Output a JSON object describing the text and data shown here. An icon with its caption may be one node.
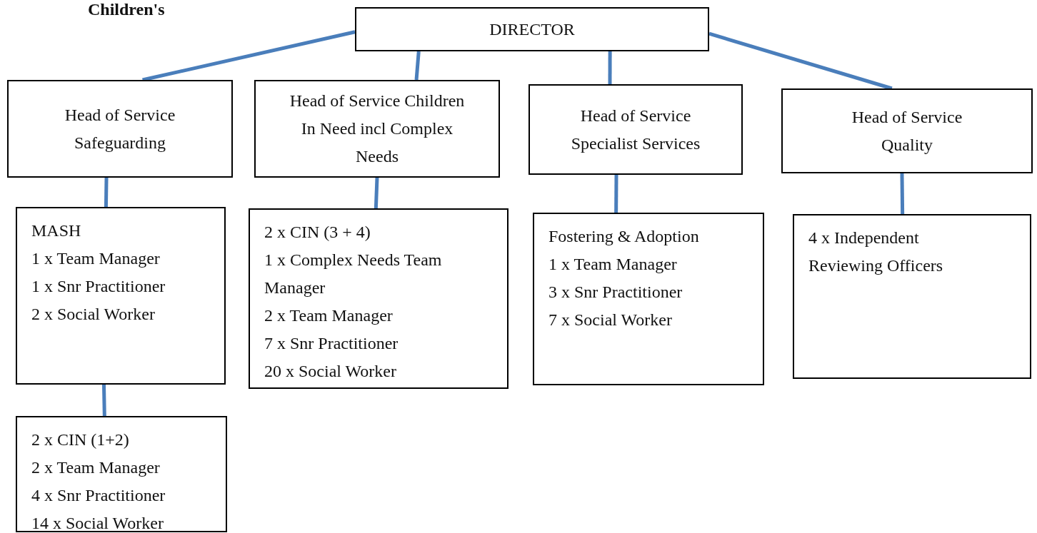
{
  "diagram": {
    "nodes": [
      {
        "text": [
          "DIRECTOR"
        ]
      },
      {
        "text": [
          "Head of Service Safeguarding"
        ]
      },
      {
        "text": [
          "Head of Service Children In Need incl Complex Needs"
        ]
      },
      {
        "text": [
          "Head of Service Specialist Services"
        ]
      },
      {
        "text": [
          "Head of Service Quality"
        ]
      },
      {
        "text": [
          "MASH",
          "1 x Team Manager",
          "1 x Snr Practitioner",
          "2 x Social Worker"
        ]
      },
      {
        "text": [
          "2 x CIN (3 + 4)",
          "1 x Complex Needs Team Manager",
          "2 x Team Manager",
          "7 x Snr Practitioner",
          "20 x Social Worker"
        ]
      },
      {
        "text": [
          "Fostering & Adoption",
          "1 x Team Manager",
          "3 x Snr Practitioner",
          "7 x Social Worker"
        ]
      },
      {
        "text": [
          "4 x Independent Reviewing Officers"
        ]
      },
      {
        "text": [
          "2 x CIN (1+2)",
          "2 x Team Manager",
          "4 x Snr Practitioner",
          "14 x Social Worker"
        ]
      }
    ],
    "edges": [
      {
        "from": 0,
        "to": 1,
        "arrow": "none"
      },
      {
        "from": 0,
        "to": 2,
        "arrow": "none"
      },
      {
        "from": 0,
        "to": 3,
        "arrow": "none"
      },
      {
        "from": 0,
        "to": 4,
        "arrow": "none"
      },
      {
        "from": 1,
        "to": 5,
        "arrow": "none"
      },
      {
        "from": 2,
        "to": 6,
        "arrow": "none"
      },
      {
        "from": 3,
        "to": 7,
        "arrow": "none"
      },
      {
        "from": 4,
        "to": 8,
        "arrow": "none"
      },
      {
        "from": 5,
        "to": 9,
        "arrow": "none"
      }
    ],
    "labels": [
      "Children's"
    ]
  }
}
